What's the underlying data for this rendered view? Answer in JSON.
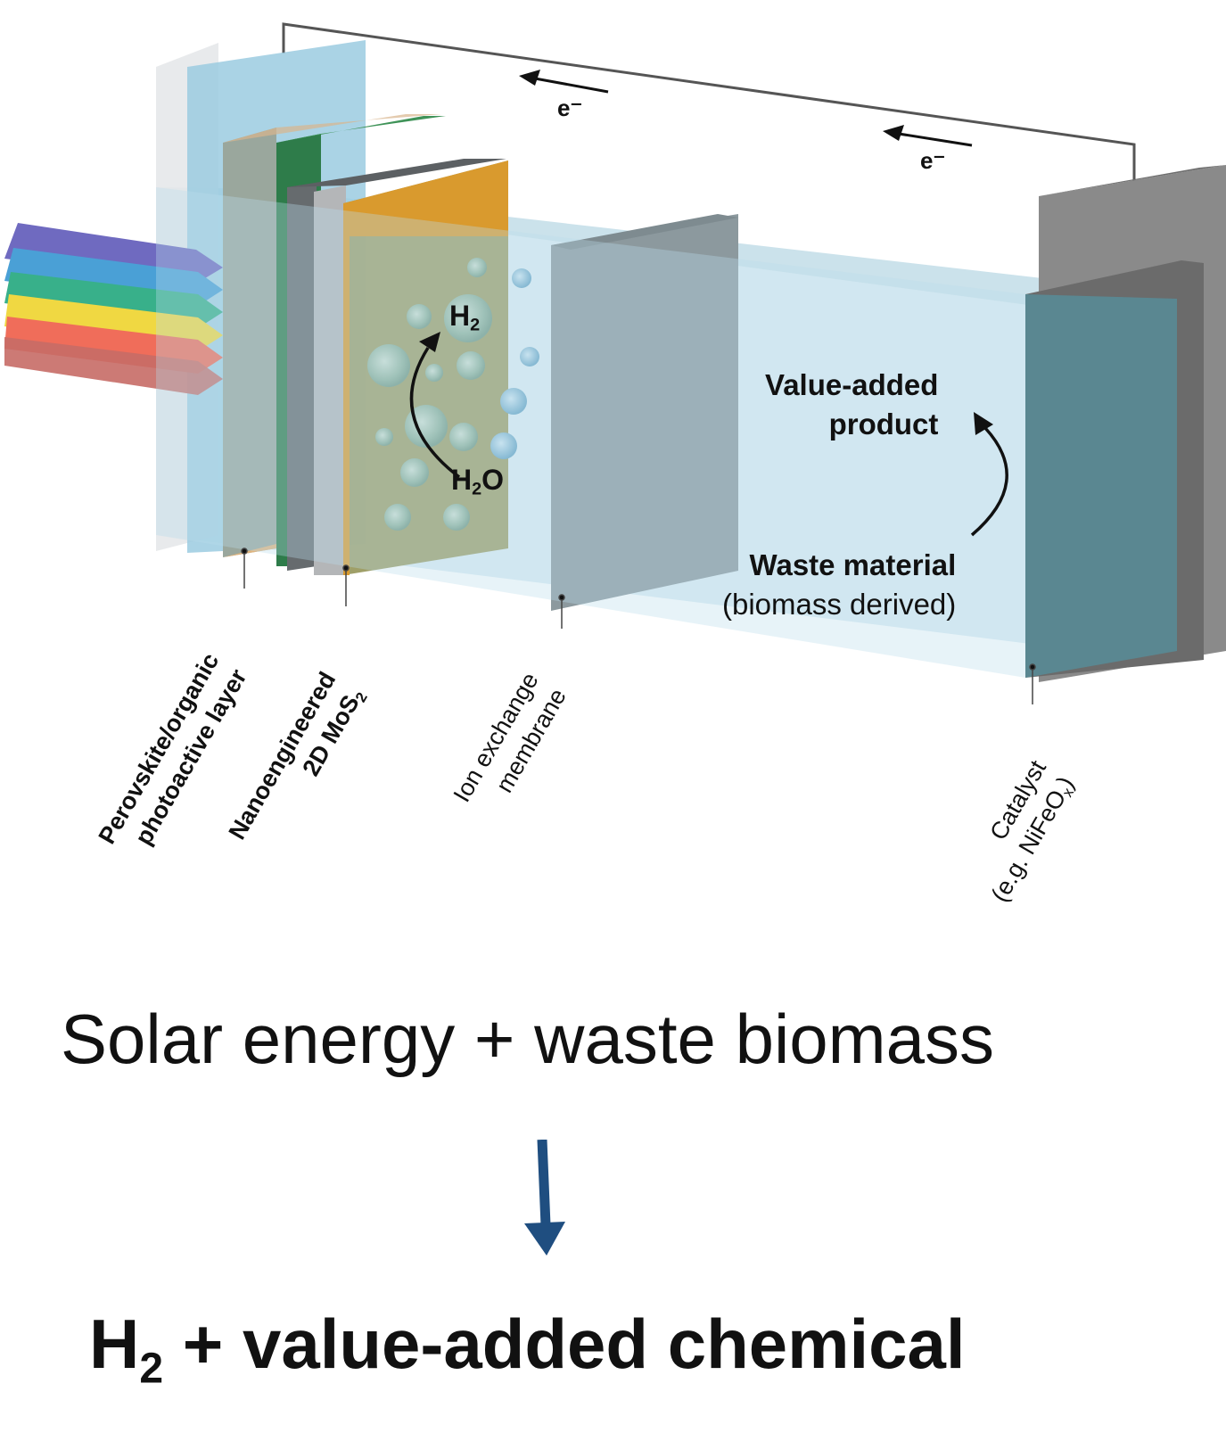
{
  "labels": {
    "electron1": "e⁻",
    "electron2": "e⁻",
    "h2_main": "H",
    "h2_sub": "2",
    "h2o_main": "H",
    "h2o_sub": "2",
    "h2o_tail": "O",
    "value_added_line1": "Value-added",
    "value_added_line2": "product",
    "waste_line1": "Waste material",
    "waste_line2": "(biomass derived)",
    "perovskite_line1": "Perovskite/organic",
    "perovskite_line2": "photoactive layer",
    "mos2_line1": "Nanoengineered",
    "mos2_line2_main": "2D MoS",
    "mos2_line2_sub": "2",
    "membrane_line1": "Ion exchange",
    "membrane_line2": "membrane",
    "catalyst_line1": "Catalyst",
    "catalyst_line2_main": "(e.g. NiFeO",
    "catalyst_line2_sub": "x",
    "catalyst_line2_tail": ")"
  },
  "equation": {
    "reactants": "Solar energy + waste biomass",
    "product_main": "H",
    "product_sub": "2",
    "product_rest": " + value-added chemical"
  },
  "colors": {
    "electrolyte": "#b9dcea",
    "photoactive": "#8fa7a8",
    "green_layer": "#2f7d4b",
    "orange_layer": "#d99a2e",
    "electrode": "#7a7a7a",
    "arrow_blue": "#1f4e80"
  }
}
